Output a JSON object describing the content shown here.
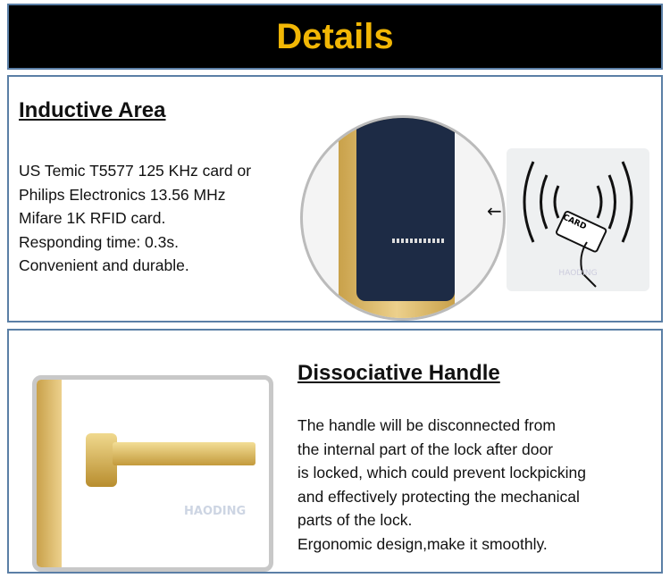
{
  "header": {
    "title": "Details"
  },
  "inductive": {
    "title": "Inductive Area",
    "lines": [
      "US Temic T5577 125 KHz card or",
      "Philips Electronics 13.56 MHz",
      "Mifare 1K RFID card.",
      "Responding time: 0.3s.",
      "Convenient and durable."
    ],
    "card_label": "CARD",
    "watermark": "HAODING"
  },
  "handle": {
    "title": "Dissociative Handle",
    "lines": [
      "The handle will be disconnected from",
      "the internal part of the lock after door",
      "is locked, which could prevent lockpicking",
      "and effectively protecting the mechanical",
      "parts of the lock.",
      "Ergonomic design,make it smoothly."
    ],
    "watermark": "HAODING"
  },
  "colors": {
    "accent": "#f2b705",
    "border": "#5b7fa6",
    "gold": "#d9b35c",
    "navy": "#1d2b45"
  }
}
